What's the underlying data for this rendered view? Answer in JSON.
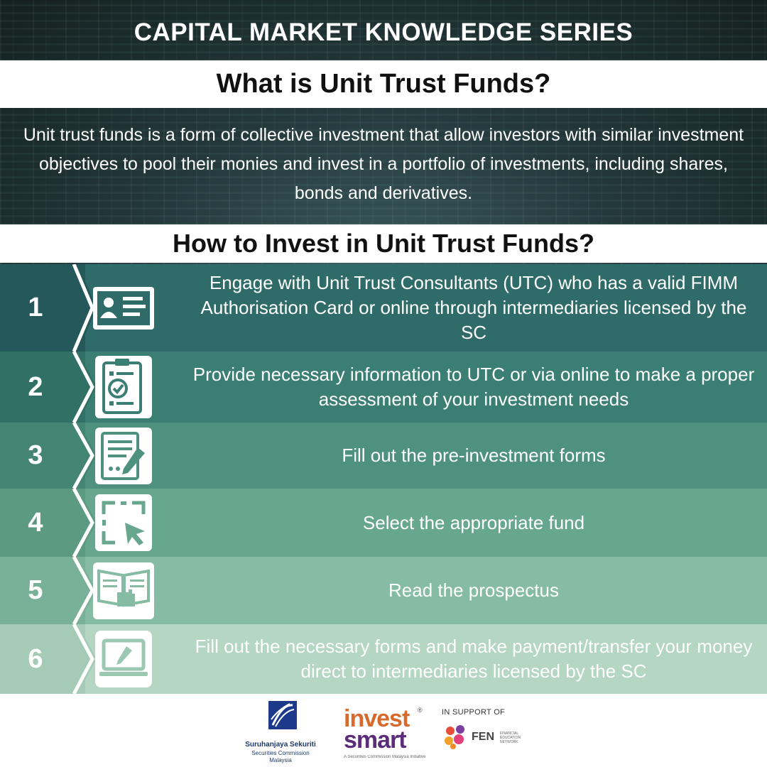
{
  "header": {
    "series_title": "CAPITAL MARKET KNOWLEDGE SERIES",
    "question_1": "What is Unit Trust Funds?",
    "intro": "Unit trust funds is a form of collective investment that allow investors with similar investment objectives to pool their monies and invest in a portfolio of investments, including shares, bonds and derivatives.",
    "question_2": "How to Invest in Unit Trust Funds?"
  },
  "steps": [
    {
      "number": "1",
      "icon": "id-card-icon",
      "text": "Engage with Unit Trust Consultants (UTC) who has a valid FIMM Authorisation Card or online through intermediaries licensed by the SC",
      "color": "#2f6b68"
    },
    {
      "number": "2",
      "icon": "clipboard-checklist-icon",
      "text": "Provide necessary information to UTC or via online to make a proper assessment of your investment needs",
      "color": "#3b7f74"
    },
    {
      "number": "3",
      "icon": "form-pen-icon",
      "text": "Fill out the pre-investment forms",
      "color": "#4e917f"
    },
    {
      "number": "4",
      "icon": "select-cursor-icon",
      "text": "Select the appropriate fund",
      "color": "#68a78f"
    },
    {
      "number": "5",
      "icon": "open-book-hand-icon",
      "text": "Read the prospectus",
      "color": "#86bca4"
    },
    {
      "number": "6",
      "icon": "laptop-edit-icon",
      "text": "Fill out the necessary forms and make payment/transfer your money direct to intermediaries licensed by the SC",
      "color": "#b4d6c3"
    }
  ],
  "footer": {
    "sc_name": "Suruhanjaya Sekuriti",
    "sc_english": "Securities Commission",
    "sc_country": "Malaysia",
    "investsmart_line1": "invest",
    "investsmart_line2": "smart",
    "investsmart_reg": "®",
    "investsmart_tag": "A Securities Commission Malaysia Initiative",
    "support_label": "IN SUPPORT OF",
    "fen_name": "FEN",
    "fen_sub": "FINANCIAL EDUCATION NETWORK"
  },
  "colors": {
    "hero_dark": "#1b2a2b",
    "step_text": "#ffffff",
    "icon_bg": "#ffffff"
  }
}
